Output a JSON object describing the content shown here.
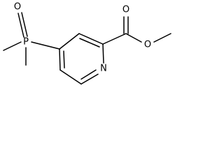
{
  "molecule": {
    "atoms": {
      "oxygen_phosphoryl": "O",
      "phosphorus": "P",
      "nitrogen": "N",
      "oxygen_carbonyl": "O",
      "oxygen_ester": "O"
    }
  }
}
